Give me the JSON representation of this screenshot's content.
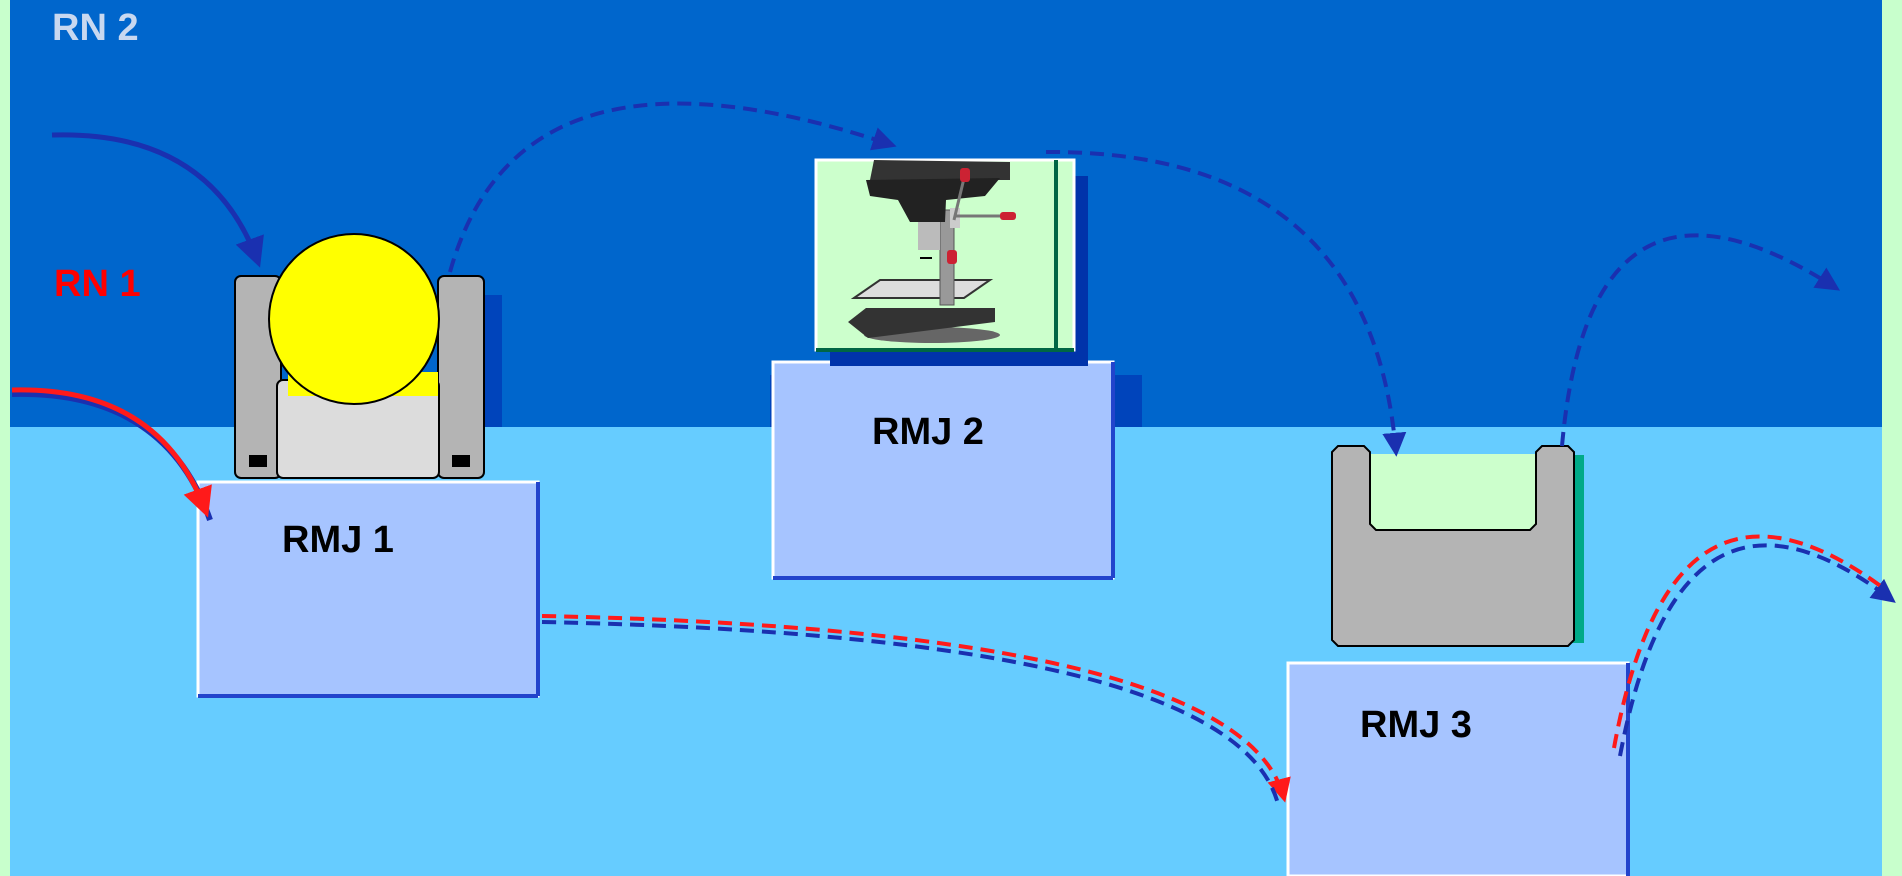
{
  "labels": {
    "rn2": "RN 2",
    "rn1": "RN 1",
    "rmj1": "RMJ 1",
    "rmj2": "RMJ 2",
    "rmj3": "RMJ 3"
  },
  "colors": {
    "frame_green": "#c8ffcc",
    "upper_blue": "#0066cc",
    "lower_blue": "#66ccff",
    "box_blue": "#a6c4ff",
    "box_shadow": "#0033aa",
    "rn2_text": "#c8d8f0",
    "rn1_text": "#ff0000",
    "route_blue": "#1a30b0",
    "route_red": "#ff1a1a",
    "machine_gray": "#b4b4b4",
    "part_yellow": "#ffff00",
    "pale_green": "#ccffcc"
  },
  "icons": {
    "machine1": "lathe-with-yellow-workpiece-icon",
    "machine2": "drill-press-icon",
    "machine3": "fixture-holder-icon"
  }
}
